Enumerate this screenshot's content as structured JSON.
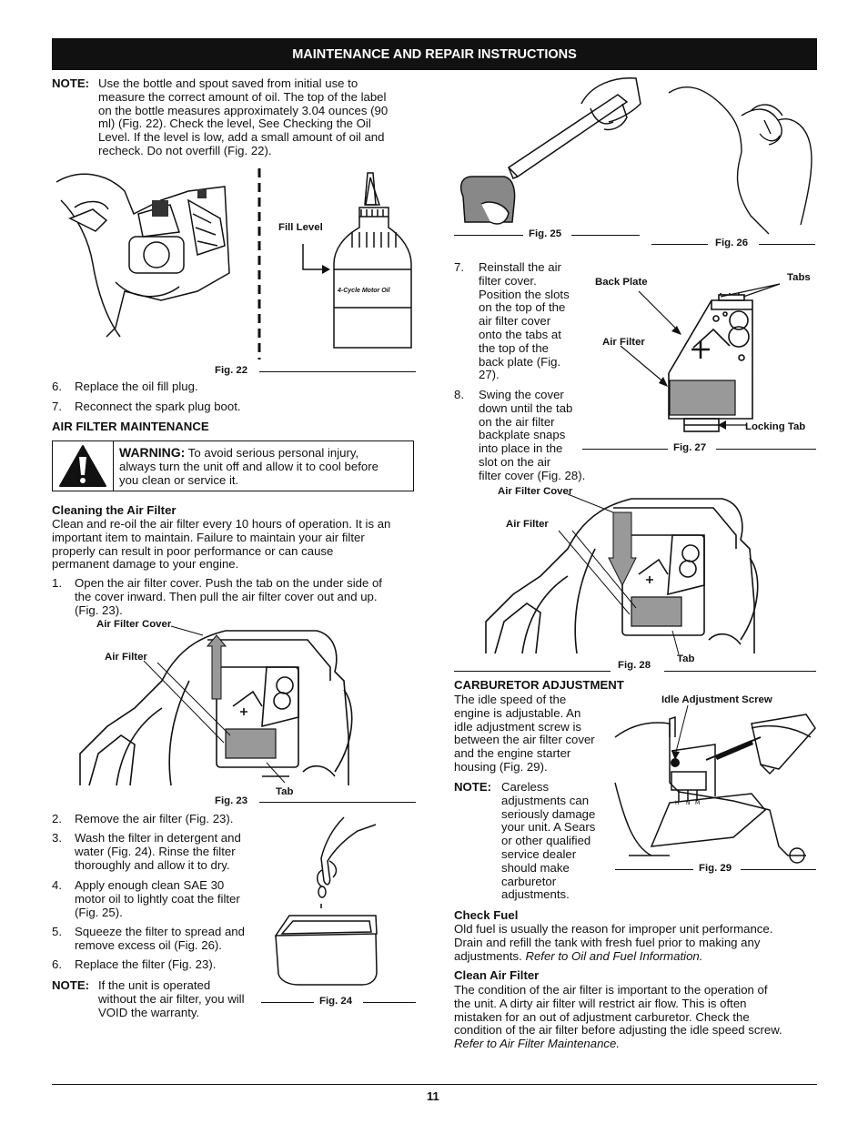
{
  "header": "MAINTENANCE AND REPAIR INSTRUCTIONS",
  "note1_label": "NOTE:",
  "note1_lines": [
    "Use the bottle and spout saved from initial use to",
    "measure the correct amount of oil. The top of the label",
    "on the bottle measures approximately 3.04 ounces (90",
    "ml) (Fig. 22). Check the level, See Checking the Oil",
    "Level. If the level is low, add a small amount of oil and",
    "recheck. Do not overfill (Fig. 22)."
  ],
  "fig22": {
    "label": "Fig. 22",
    "fill_level": "Fill Level",
    "bottle_text": "4-Cycle Motor Oil"
  },
  "steps_a": [
    {
      "n": "6.",
      "text": "Replace the oil fill plug."
    },
    {
      "n": "7.",
      "text": "Reconnect the spark plug boot."
    }
  ],
  "air_filter_heading": "AIR FILTER MAINTENANCE",
  "warning": {
    "label": "WARNING:",
    "line1": "To avoid serious personal injury,",
    "line2": "always turn the unit off and allow it to cool before",
    "line3": "you clean or service it."
  },
  "cleaning_heading": "Cleaning the Air Filter",
  "cleaning_lines": [
    "Clean and re-oil the air filter every 10 hours of operation. It is an",
    "important item to maintain. Failure to maintain your air filter",
    "properly can result in poor performance or can cause",
    "permanent damage to your engine."
  ],
  "step1": {
    "n": "1.",
    "lines": [
      "Open the air filter cover. Push the tab on the under side of",
      "the cover inward. Then pull the air filter cover out and up.",
      "(Fig. 23)."
    ]
  },
  "fig23": {
    "label": "Fig. 23",
    "cover": "Air Filter Cover",
    "filter": "Air Filter",
    "tab": "Tab"
  },
  "steps_b": [
    {
      "n": "2.",
      "lines": [
        "Remove the air filter (Fig. 23)."
      ]
    },
    {
      "n": "3.",
      "lines": [
        "Wash the filter in detergent and",
        "water (Fig. 24). Rinse the filter",
        "thoroughly and allow it to dry."
      ]
    },
    {
      "n": "4.",
      "lines": [
        "Apply enough clean SAE 30",
        "motor oil to lightly coat the filter",
        "(Fig. 25)."
      ]
    },
    {
      "n": "5.",
      "lines": [
        "Squeeze the filter to spread and",
        "remove excess oil (Fig. 26)."
      ]
    },
    {
      "n": "6.",
      "lines": [
        "Replace the filter (Fig. 23)."
      ]
    }
  ],
  "note2": {
    "label": "NOTE:",
    "lines": [
      "If the unit is operated",
      "without the air filter, you will",
      "VOID the warranty."
    ]
  },
  "fig24": {
    "label": "Fig. 24"
  },
  "fig25": {
    "label": "Fig. 25"
  },
  "fig26": {
    "label": "Fig. 26"
  },
  "step7": {
    "n": "7.",
    "lines": [
      "Reinstall the air",
      "filter cover.",
      "Position the slots",
      "on the top of the",
      "air filter cover",
      "onto the tabs at",
      "the top of the",
      "back plate (Fig.",
      "27)."
    ]
  },
  "step8": {
    "n": "8.",
    "lines": [
      "Swing the cover",
      "down until the tab",
      "on the air filter",
      "backplate snaps",
      "into place in the",
      "slot on the air",
      "filter cover (Fig. 28)."
    ]
  },
  "fig27": {
    "label": "Fig. 27",
    "back_plate": "Back Plate",
    "tabs": "Tabs",
    "air_filter": "Air Filter",
    "locking_tab": "Locking Tab"
  },
  "fig28": {
    "label": "Fig. 28",
    "cover": "Air Filter Cover",
    "filter": "Air Filter",
    "tab": "Tab"
  },
  "carb_heading": "CARBURETOR ADJUSTMENT",
  "carb_lines": [
    "The idle speed of the",
    "engine is adjustable. An",
    "idle adjustment screw is",
    "between the air filter cover",
    "and the engine starter",
    "housing (Fig. 29)."
  ],
  "note3": {
    "label": "NOTE:",
    "lines": [
      "Careless",
      "adjustments can",
      "seriously damage",
      "your unit. A Sears",
      "or other qualified",
      "service dealer",
      "should make",
      "carburetor",
      "adjustments."
    ]
  },
  "fig29": {
    "label": "Fig. 29",
    "screw": "Idle Adjustment Screw"
  },
  "check_fuel_heading": "Check Fuel",
  "check_fuel_lines": [
    "Old fuel is usually the reason for improper unit performance.",
    "Drain and refill the tank with fresh fuel prior to making any"
  ],
  "check_fuel_last": "adjustments.",
  "check_fuel_ref": "Refer to Oil and Fuel Information.",
  "clean_air_heading": "Clean Air Filter",
  "clean_air_lines": [
    "The condition of the air filter is important to the operation of",
    "the unit. A dirty air filter will restrict air flow. This is often",
    "mistaken for an out of adjustment carburetor. Check the",
    "condition of the air filter before adjusting the idle speed screw."
  ],
  "clean_air_ref": "Refer to Air Filter Maintenance.",
  "page_number": "11"
}
